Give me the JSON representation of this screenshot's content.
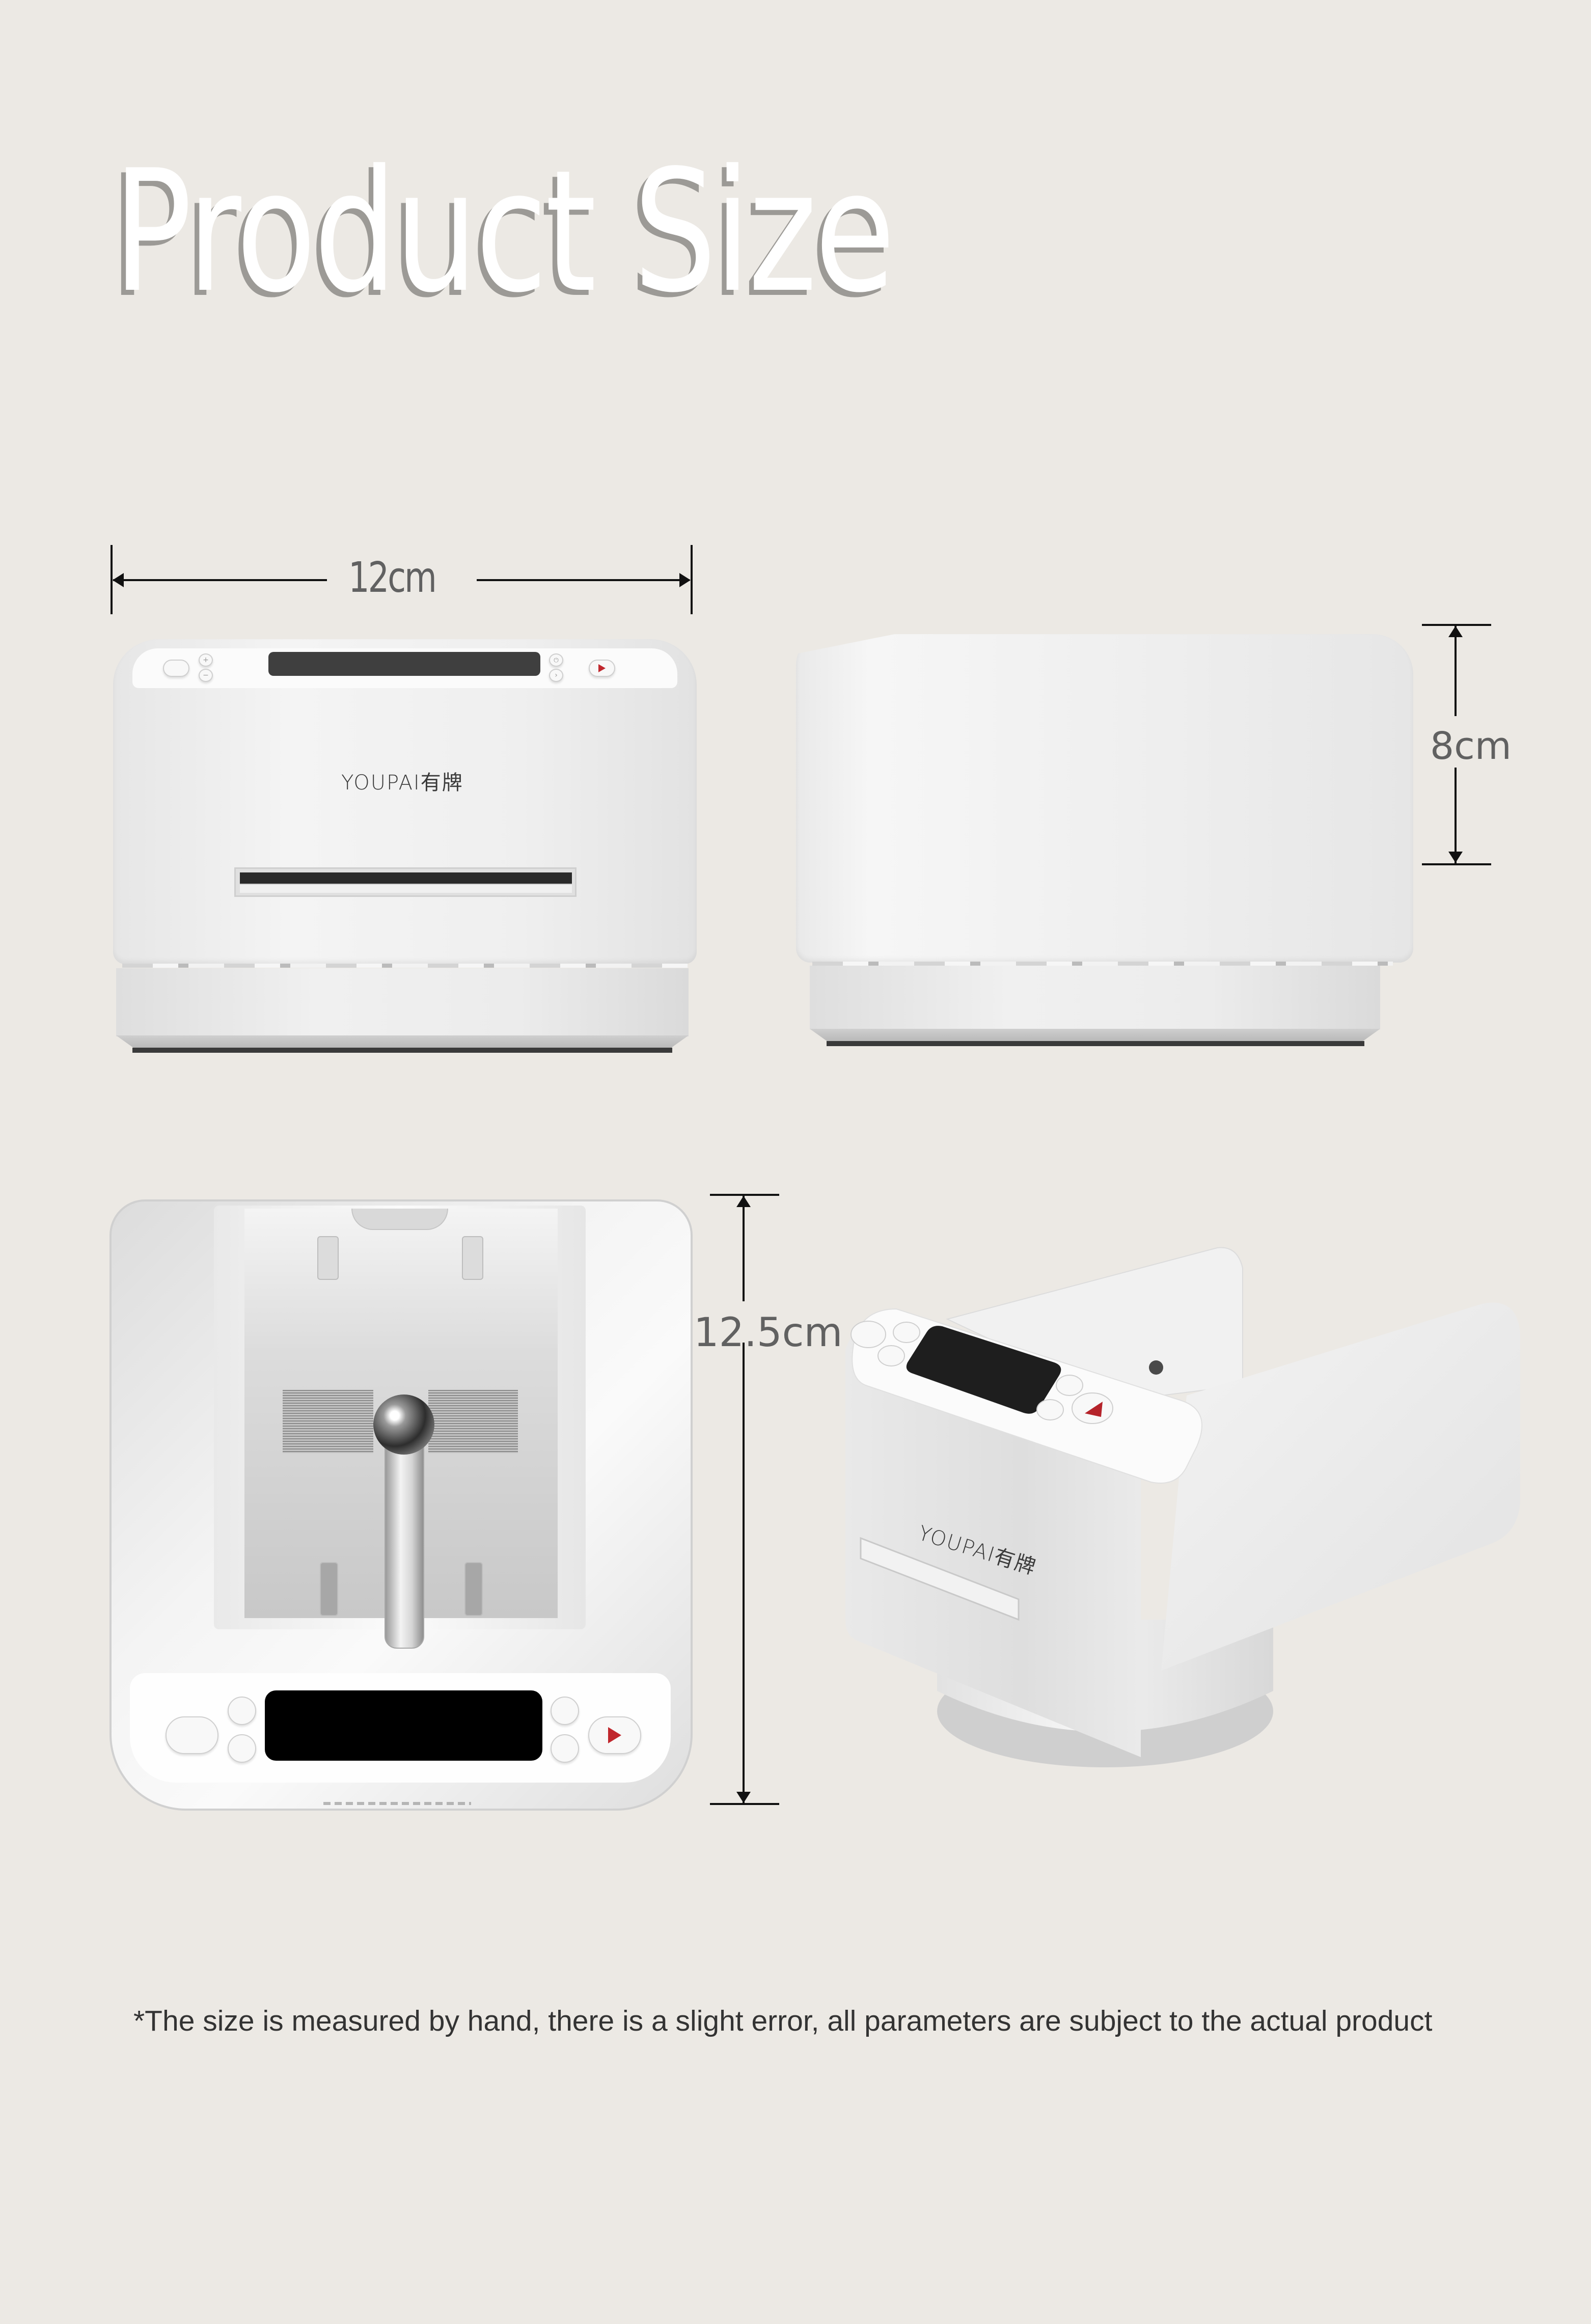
{
  "page": {
    "title": "Product Size",
    "background_color": "#ECE9E4",
    "title_color": "#FFFFFF",
    "title_shadow_color": "#9C9A96"
  },
  "dimensions": {
    "width": {
      "label": "12cm",
      "view": "front"
    },
    "height": {
      "label": "8cm",
      "view": "side"
    },
    "depth": {
      "label": "12.5cm",
      "view": "top"
    }
  },
  "product": {
    "brand_logo": "YOUPAI有牌",
    "accent_color": "#C0272D",
    "body_color": "#F2F2F2",
    "display_color": "#000000",
    "views": [
      {
        "id": "front",
        "name": "Front view"
      },
      {
        "id": "side",
        "name": "Side view"
      },
      {
        "id": "top",
        "name": "Top view"
      },
      {
        "id": "perspective",
        "name": "Perspective view"
      }
    ],
    "control_panel": {
      "left_buttons": [
        "mode-icon",
        "plus-icon",
        "minus-icon"
      ],
      "right_buttons": [
        "power-icon",
        "next-icon",
        "play-icon"
      ],
      "glyphs": {
        "plus": "+",
        "minus": "−",
        "power": "⏻",
        "next": "›",
        "mode": "⟲"
      }
    }
  },
  "footer": {
    "disclaimer": "*The size is measured by hand, there is a slight error, all parameters are subject to the actual product"
  }
}
